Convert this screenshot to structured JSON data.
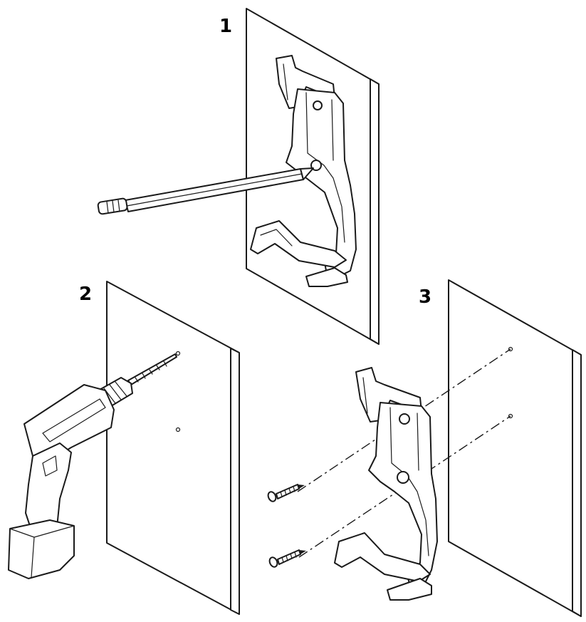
{
  "steps": [
    {
      "label": "1"
    },
    {
      "label": "2"
    },
    {
      "label": "3"
    }
  ],
  "icons": {
    "wall_panel": "wall-panel-icon",
    "holder": "wall-holder-bracket-icon",
    "pencil": "marking-pencil-icon",
    "drill": "power-drill-icon",
    "screw": "screw-icon"
  }
}
